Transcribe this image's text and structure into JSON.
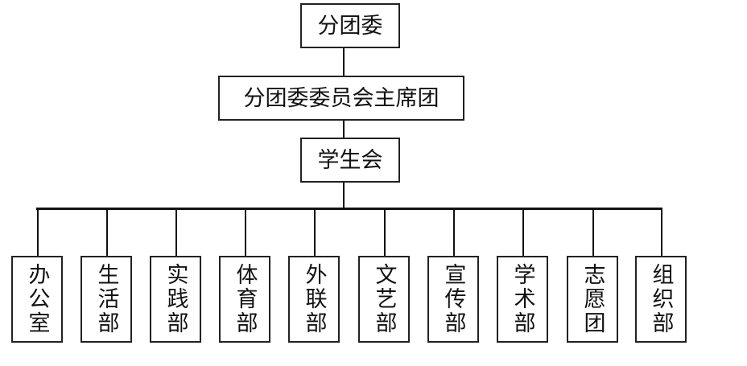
{
  "org_chart": {
    "top": "分团委",
    "second": "分团委委员会主席团",
    "third": "学生会",
    "departments": [
      "办公室",
      "生活部",
      "实践部",
      "体育部",
      "外联部",
      "文艺部",
      "宣传部",
      "学术部",
      "志愿团",
      "组织部"
    ]
  }
}
